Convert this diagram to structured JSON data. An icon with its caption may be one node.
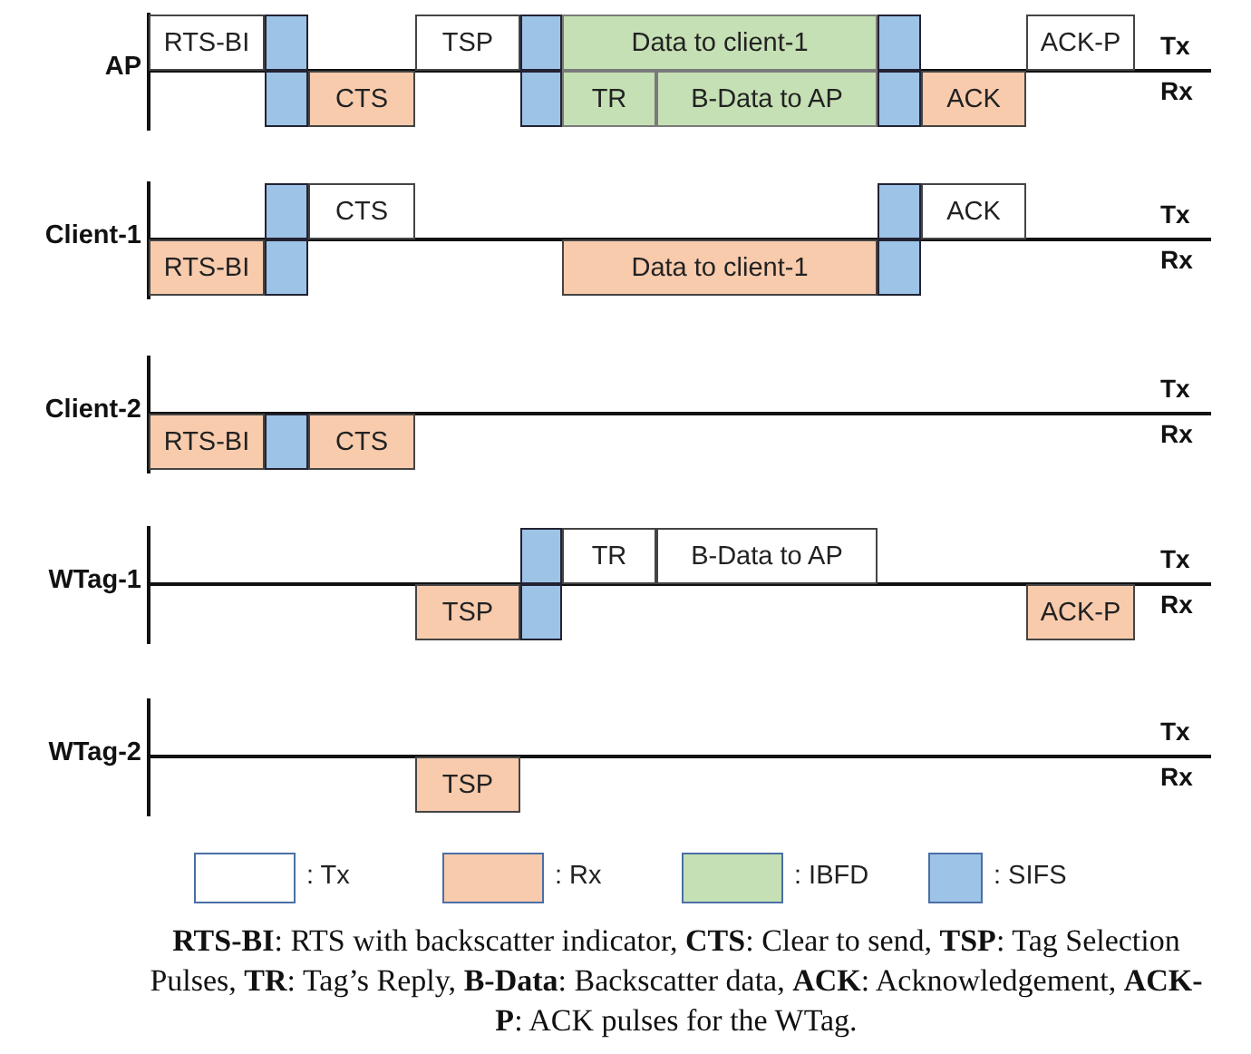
{
  "diagram": {
    "caption": "**RTS-BI**: RTS with backscatter indicator, **CTS**: Clear to send, **TSP**: Tag Selection Pulses, **TR**: Tag’s Reply, **B-Data**: Backscatter data, **ACK**: Acknowledgement, **ACK-P**: ACK pulses for the WTag.",
    "nodes": [
      {
        "text": [
          "RTS-BI"
        ]
      },
      {
        "text": [],
        "shape": "box"
      },
      {
        "text": [],
        "shape": "box"
      },
      {
        "text": [
          "CTS"
        ]
      },
      {
        "text": [
          "TSP"
        ]
      },
      {
        "text": [],
        "shape": "box"
      },
      {
        "text": [],
        "shape": "box"
      },
      {
        "text": [
          "Data to client-1"
        ]
      },
      {
        "text": [
          "TR"
        ]
      },
      {
        "text": [
          "B-Data to AP"
        ]
      },
      {
        "text": [],
        "shape": "box"
      },
      {
        "text": [],
        "shape": "box"
      },
      {
        "text": [
          "ACK"
        ]
      },
      {
        "text": [
          "ACK-P"
        ]
      },
      {
        "text": [
          "RTS-BI"
        ]
      },
      {
        "text": [],
        "shape": "box"
      },
      {
        "text": [],
        "shape": "box"
      },
      {
        "text": [
          "CTS"
        ]
      },
      {
        "text": [
          "Data to client-1"
        ]
      },
      {
        "text": [],
        "shape": "box"
      },
      {
        "text": [],
        "shape": "box"
      },
      {
        "text": [
          "ACK"
        ]
      },
      {
        "text": [
          "RTS-BI"
        ]
      },
      {
        "text": [],
        "shape": "box"
      },
      {
        "text": [
          "CTS"
        ]
      },
      {
        "text": [
          "TSP"
        ]
      },
      {
        "text": [],
        "shape": "box"
      },
      {
        "text": [],
        "shape": "box"
      },
      {
        "text": [
          "TR"
        ]
      },
      {
        "text": [
          "B-Data to AP"
        ]
      },
      {
        "text": [
          "ACK-P"
        ]
      },
      {
        "text": [
          "TSP"
        ]
      }
    ],
    "labels": [
      "AP",
      "Tx",
      "Rx",
      "Client-1",
      "Tx",
      "Rx",
      "Client-2",
      "Tx",
      "Rx",
      "WTag-1",
      "Tx",
      "Rx",
      "WTag-2",
      "Tx",
      "Rx"
    ],
    "legend": [
      {
        "text": ": Tx",
        "color": "#ffffff"
      },
      {
        "text": ": Rx",
        "color": "#f8cbad"
      },
      {
        "text": ": IBFD",
        "color": "#c5e0b4"
      },
      {
        "text": ": SIFS",
        "color": "#9dc3e6"
      }
    ]
  }
}
